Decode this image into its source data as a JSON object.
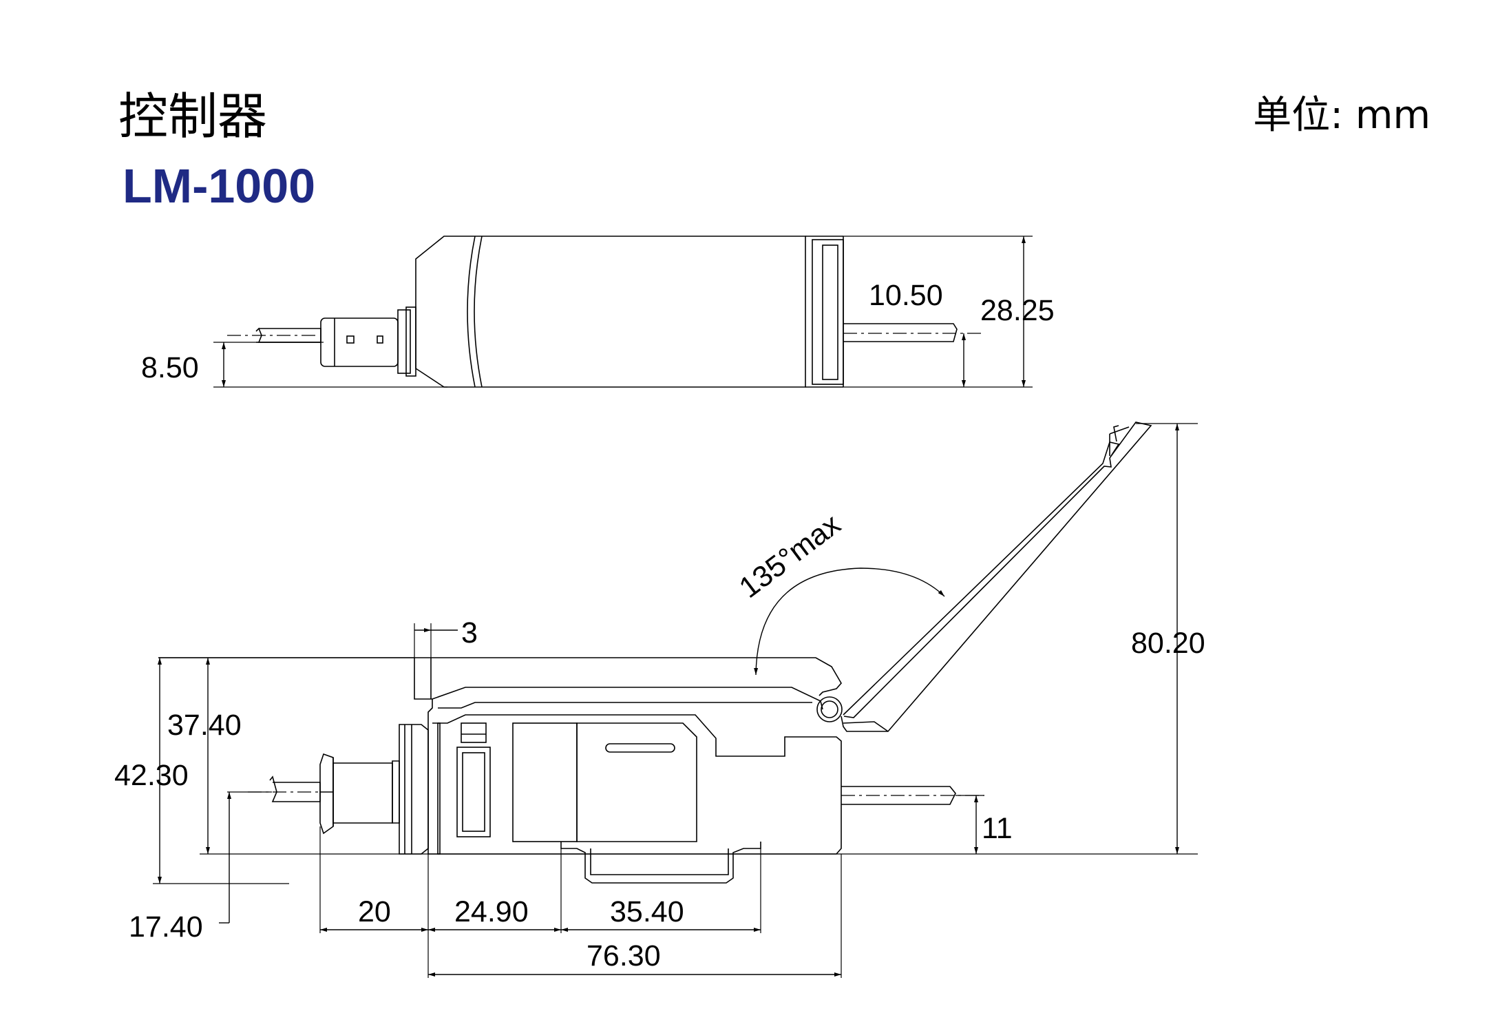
{
  "title": "控制器",
  "model": "LM-1000",
  "unit": "单位: mm",
  "dimensions": {
    "cable_height_top": "8.50",
    "top_offset": "10.50",
    "top_height": "28.25",
    "thickness": "3",
    "angle": "135°max",
    "total_height_open": "80.20",
    "body_height": "37.40",
    "total_height": "42.30",
    "cable_height_front": "17.40",
    "cable_right_height": "11",
    "connector_length": "20",
    "section_a": "24.90",
    "section_b": "35.40",
    "total_length": "76.30"
  },
  "colors": {
    "model": "#1f2a84",
    "line": "#000000"
  }
}
